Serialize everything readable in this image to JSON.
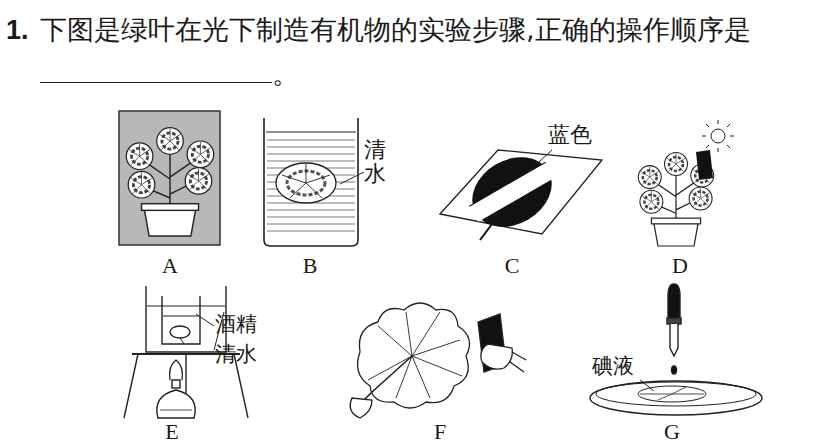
{
  "diagram": {
    "title": "下图是绿叶在光下制造有机物的实验步骤,正确的操作顺序是",
    "labels": [
      "1.",
      "。",
      "清水",
      "蓝色",
      "酒精",
      "清水",
      "碘液",
      "A",
      "B",
      "C",
      "D",
      "E",
      "F",
      "G"
    ]
  }
}
